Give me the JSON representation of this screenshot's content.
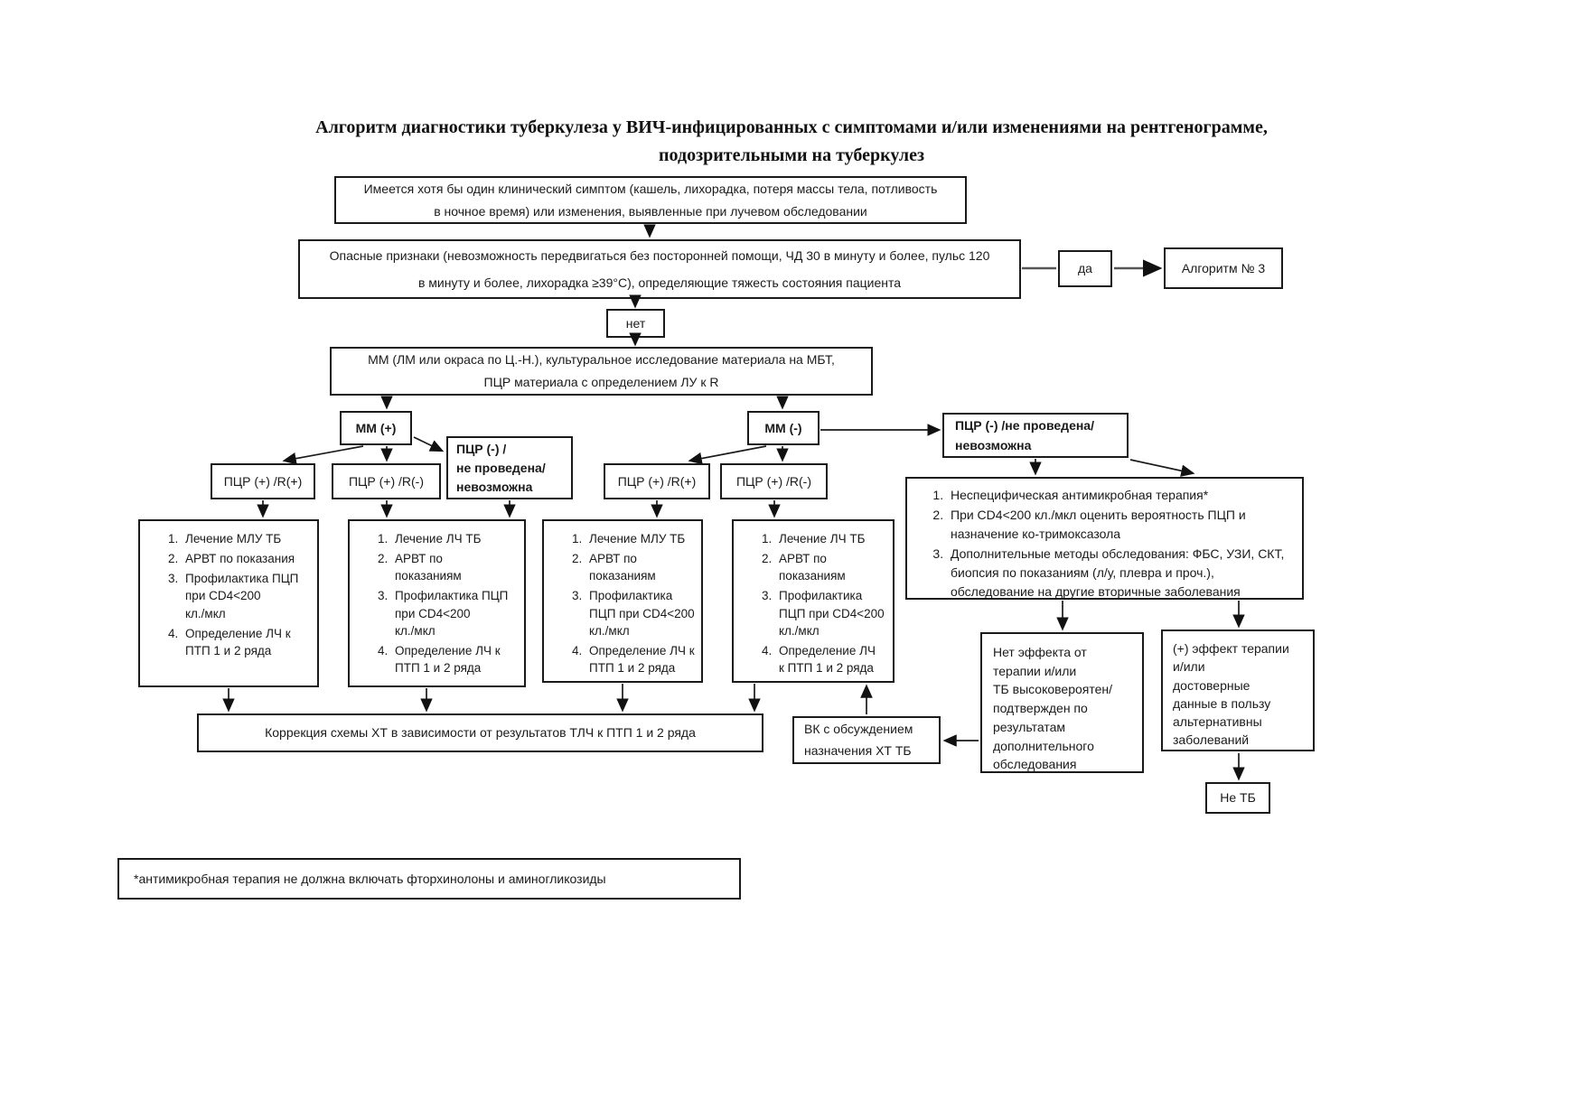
{
  "title": "Алгоритм диагностики туберкулеза у ВИЧ-инфицированных с симптомами и/или изменениями на рентгенограмме,\nподозрительными на туберкулез",
  "colors": {
    "box_border": "#1a1a1a",
    "text": "#1a1a1a",
    "background": "#ffffff"
  },
  "nodes": {
    "symptom": {
      "text": "Имеется хотя бы один клинический  симптом (кашель, лихорадка, потеря массы тела, потливость\nв ночное время) или изменения, выявленные при лучевом обследовании"
    },
    "danger": {
      "text": "Опасные признаки (невозможность передвигаться без посторонней помощи, ЧД 30 в минуту и более, пульс 120\nв минуту и более, лихорадка ≥39°С), определяющие тяжесть состояния пациента"
    },
    "yes": {
      "text": "да"
    },
    "algorithm3": {
      "text": "Алгоритм № 3"
    },
    "no": {
      "text": "нет"
    },
    "mm_test": {
      "text": "ММ (ЛМ или окраса по Ц.-Н.), культуральное исследование материала на МБТ,\nПЦР материала с определением ЛУ к R"
    },
    "mm_pos": {
      "text": "ММ (+)"
    },
    "mm_neg": {
      "text": "ММ (-)"
    },
    "pcr_neg_left": {
      "text": "ПЦР (-) /\nне проведена/\nневозможна"
    },
    "pcr_neg_right": {
      "text": "ПЦР (-) /не  проведена/\nневозможна"
    },
    "pcr_pos_rpos_1": {
      "text": "ПЦР (+) /R(+)"
    },
    "pcr_pos_rneg_1": {
      "text": "ПЦР (+) /R(-)"
    },
    "pcr_pos_rpos_2": {
      "text": "ПЦР (+) /R(+)"
    },
    "pcr_pos_rneg_2": {
      "text": "ПЦР (+) /R(-)"
    },
    "list1": {
      "items": [
        "Лечение МЛУ ТБ",
        "АРВТ по показания",
        "Профилактика ПЦП\nпри CD4<200\nкл./мкл",
        "Определение ЛЧ к\nПТП 1 и 2 ряда"
      ]
    },
    "list2": {
      "items": [
        "Лечение ЛЧ ТБ",
        "АРВТ по\nпоказаниям",
        "Профилактика ПЦП\nпри CD4<200\nкл./мкл",
        "Определение ЛЧ к\nПТП 1 и 2 ряда"
      ]
    },
    "list3": {
      "items": [
        "Лечение МЛУ ТБ",
        "АРВТ по\nпоказаниям",
        "Профилактика\nПЦП при CD4<200\nкл./мкл",
        "Определение ЛЧ к\nПТП 1 и 2 ряда"
      ]
    },
    "list4": {
      "items": [
        "Лечение ЛЧ ТБ",
        "АРВТ по\nпоказаниям",
        "Профилактика\nПЦП при CD4<200\nкл./мкл",
        "Определение ЛЧ\nк ПТП 1 и 2 ряда"
      ]
    },
    "antimicrobial": {
      "items": [
        "Неспецифическая антимикробная терапия*",
        "При CD4<200 кл./мкл оценить вероятность ПЦП и\nназначение ко-тримоксазола",
        "Дополнительные методы обследования: ФБС, УЗИ, СКТ,\nбиопсия по показаниям (л/у, плевра и проч.),\nобследование на другие вторичные заболевания"
      ]
    },
    "no_effect": {
      "text": "Нет эффекта от\nтерапии и/или\nТБ высоковероятен/\nподтвержден по\nрезультатам\nдополнительного\nобследования"
    },
    "pos_effect": {
      "text": "(+) эффект терапии\nи/или\nдостоверные\nданные в пользу\nальтернативны\nзаболеваний"
    },
    "vk": {
      "text": "ВК с  обсуждением\nназначения ХТ ТБ"
    },
    "correction": {
      "text": "Коррекция схемы ХТ в зависимости от результатов ТЛЧ к  ПТП 1 и 2 ряда"
    },
    "not_tb": {
      "text": "Не ТБ"
    },
    "footnote": {
      "text": "*антимикробная терапия не должна включать фторхинолоны и аминогликозиды"
    }
  }
}
